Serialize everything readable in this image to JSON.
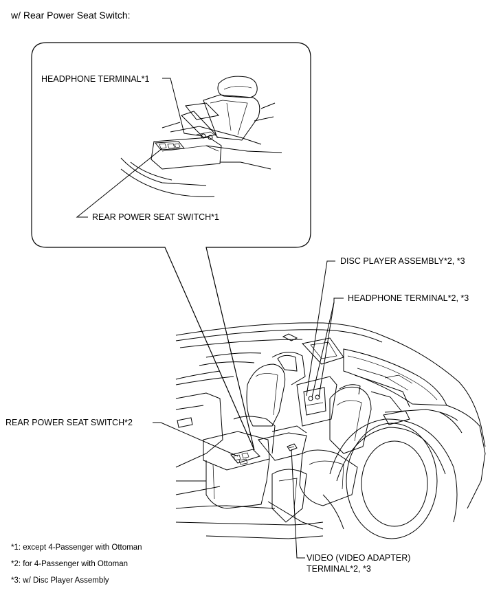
{
  "header": {
    "title": "w/ Rear Power Seat Switch:"
  },
  "callouts": {
    "inset_headphone": "HEADPHONE TERMINAL*1",
    "inset_seat_switch": "REAR POWER SEAT SWITCH*1",
    "disc_player": "DISC PLAYER ASSEMBLY*2, *3",
    "headphone": "HEADPHONE TERMINAL*2, *3",
    "seat_switch": "REAR POWER SEAT SWITCH*2",
    "video_line1": "VIDEO (VIDEO ADAPTER)",
    "video_line2": "TERMINAL*2, *3"
  },
  "notes": [
    "*1: except 4-Passenger with Ottoman",
    "*2: for 4-Passenger with Ottoman",
    "*3: w/ Disc Player Assembly"
  ]
}
